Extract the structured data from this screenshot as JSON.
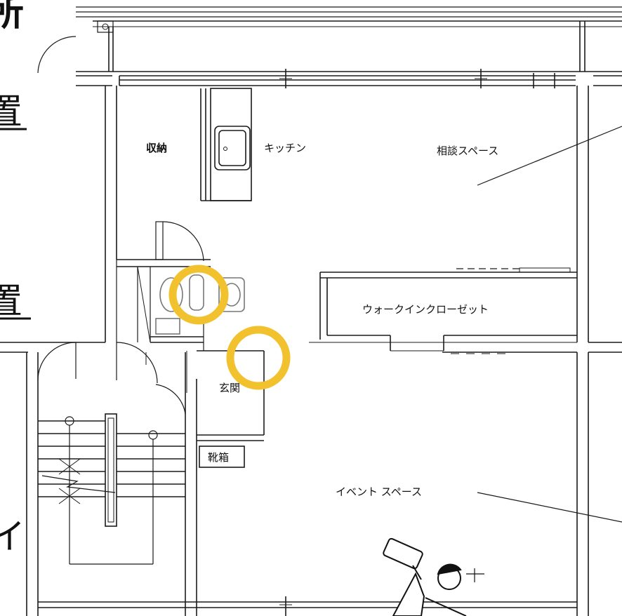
{
  "left_edge_text": [
    "所",
    "置",
    "置",
    "イ"
  ],
  "rooms": {
    "storage": "収納",
    "kitchen": "キッチン",
    "consultation_space": "相談スペース",
    "walk_in_closet": "ウォークインクローゼット",
    "entrance": "玄関",
    "shoe_box": "靴箱",
    "event_space": "イベント スペース"
  },
  "colors": {
    "line": "#1a1a1a",
    "highlight_ring": "#f2c12e",
    "fixture_gray": "#9a9a9a"
  },
  "icons": [
    "painter-with-roller-illustration"
  ]
}
